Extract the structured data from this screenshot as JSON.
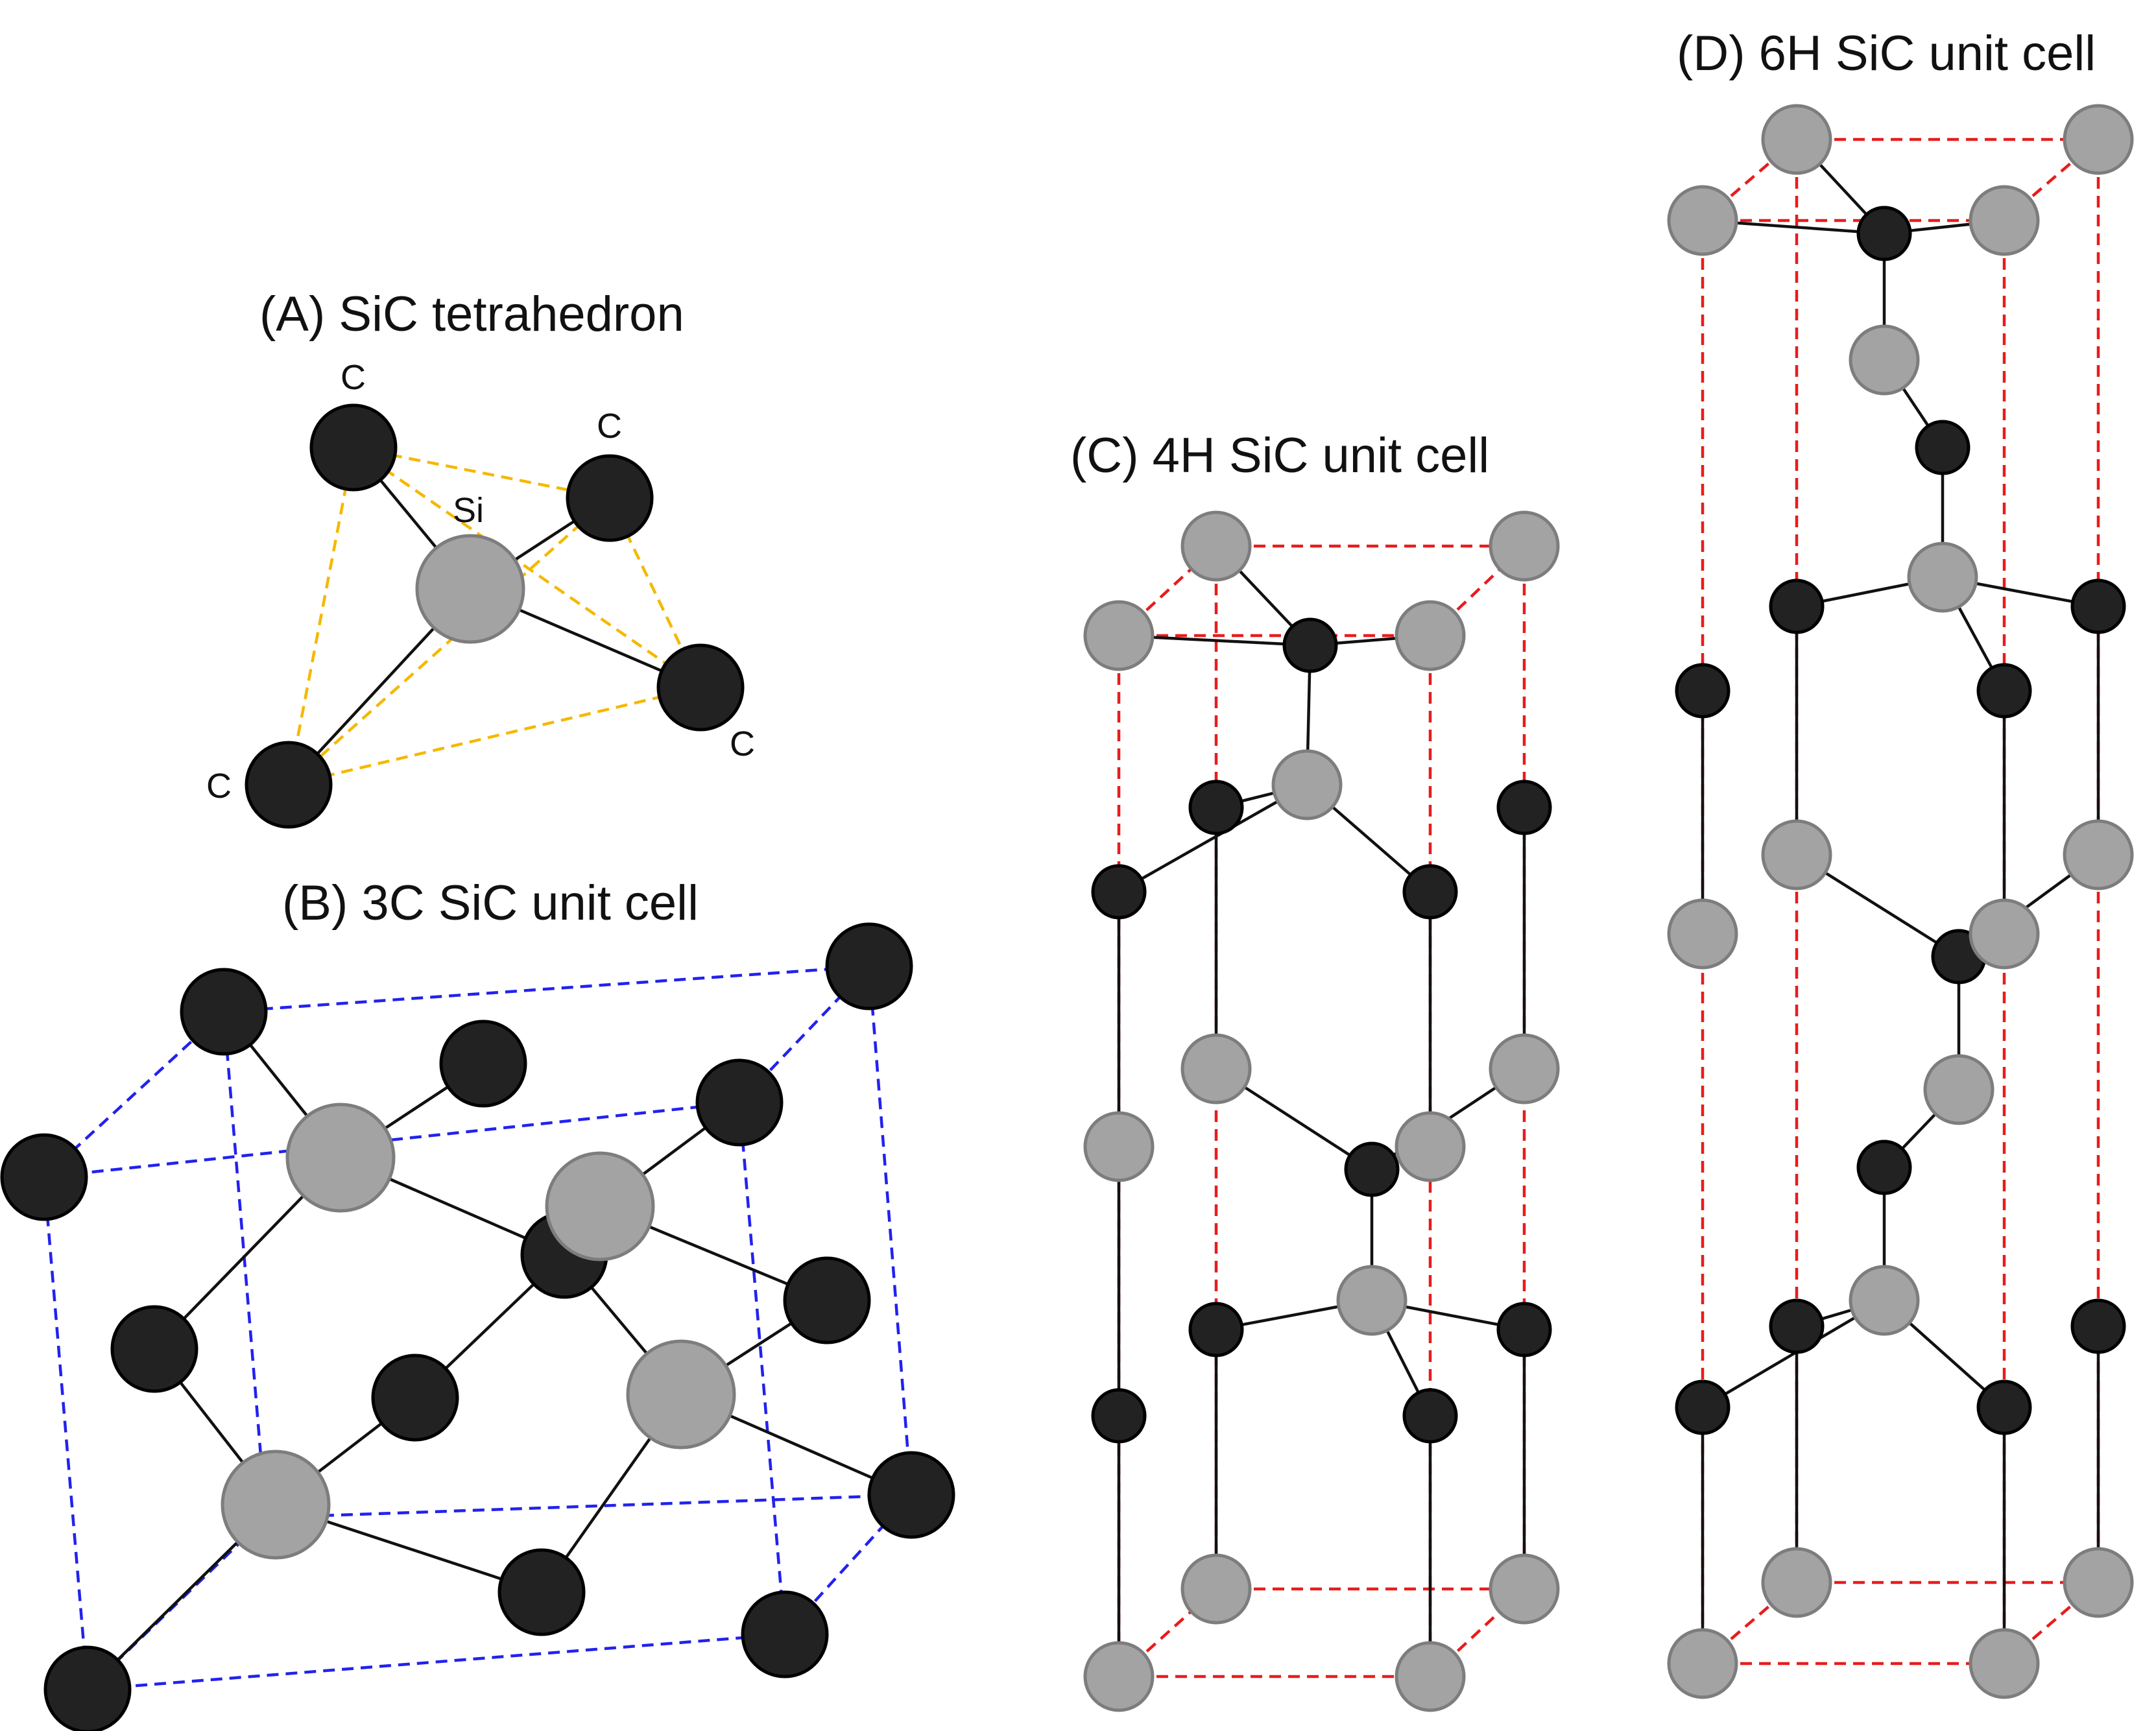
{
  "panels": {
    "a": {
      "title": "(A) SiC tetrahedron",
      "c_label": "C",
      "si_label": "Si"
    },
    "b": {
      "title": "(B) 3C SiC unit cell"
    },
    "c": {
      "title": "(C) 4H SiC unit cell"
    },
    "d": {
      "title": "(D) 6H SiC unit cell"
    }
  },
  "legend_colors": {
    "carbon": "#222222",
    "silicon": "#a3a3a3",
    "tetrahedron_edges": "#f5b800",
    "cubic_cell_edges": "#2222ee",
    "hexagonal_cell_edges": "#e81c1c"
  }
}
